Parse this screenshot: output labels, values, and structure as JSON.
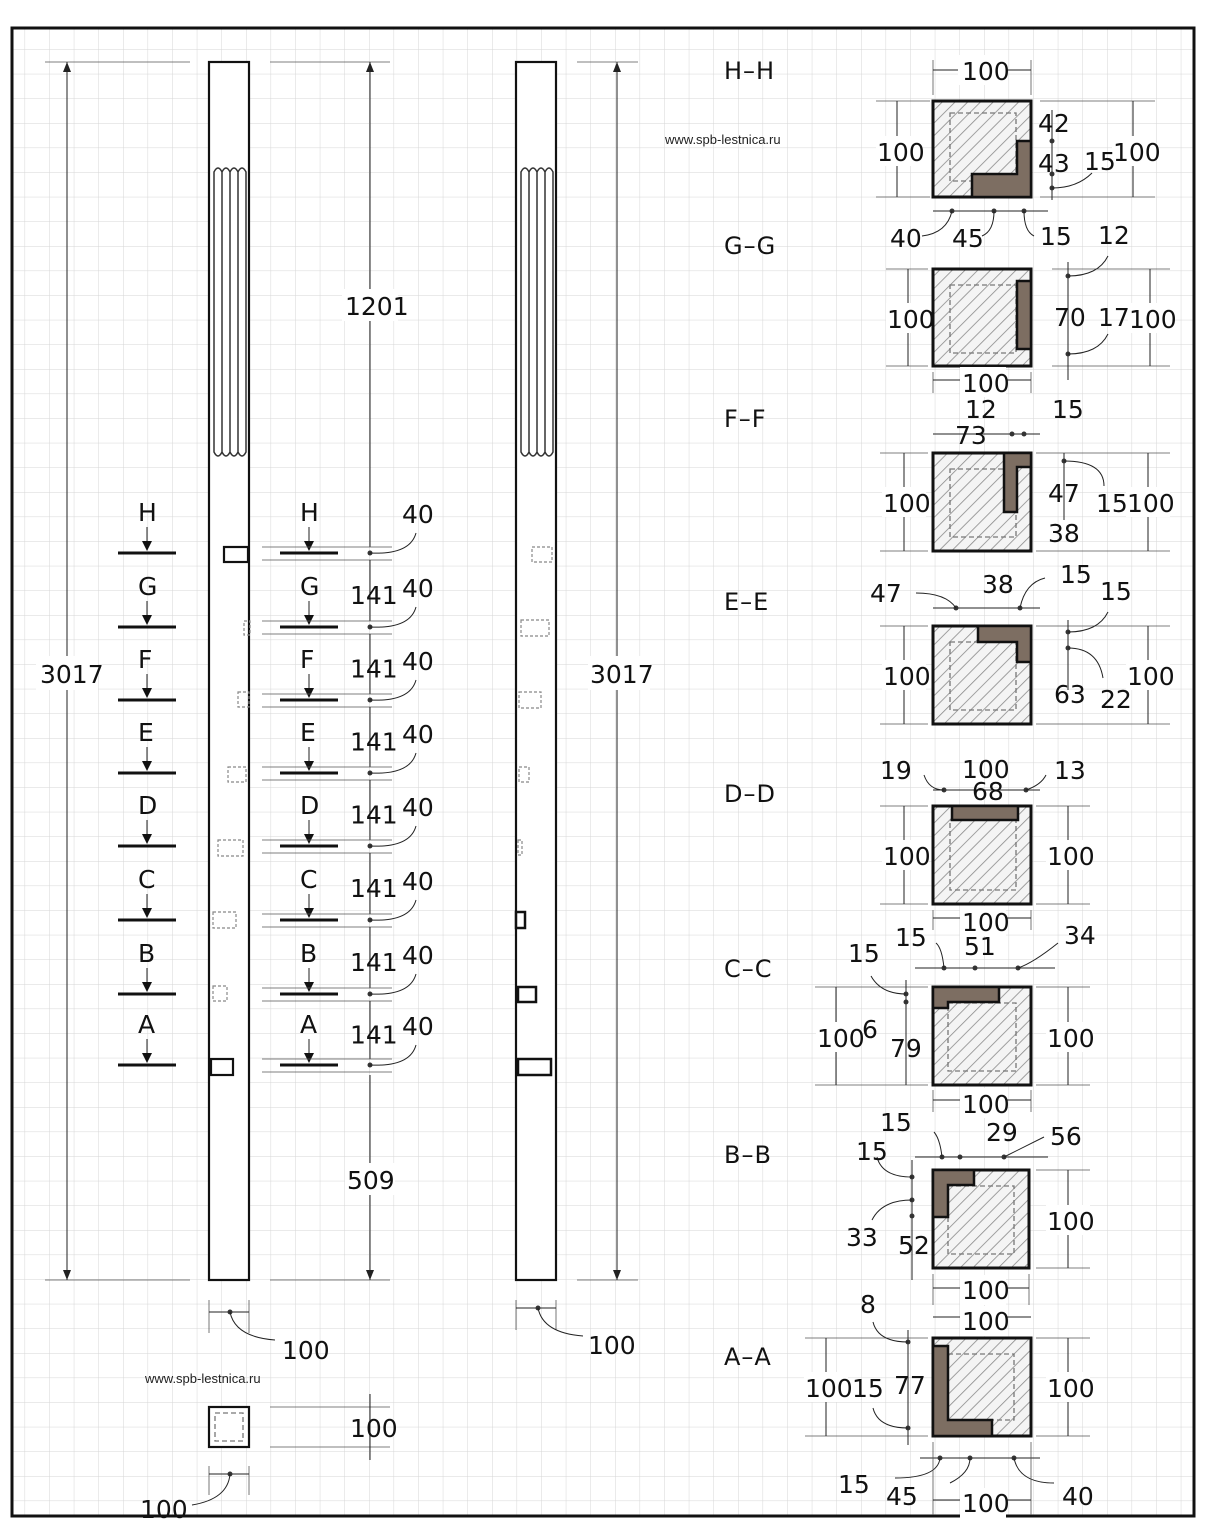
{
  "watermarks": {
    "top": "www.spb-lestnica.ru",
    "bottom": "www.spb-lestnica.ru"
  },
  "elevation_left": {
    "total_height": "3017",
    "upper_part": "1201",
    "lower_part": "509",
    "width": "100",
    "cut_markers": [
      "H",
      "G",
      "F",
      "E",
      "D",
      "C",
      "B",
      "A"
    ],
    "inner_cut_markers": [
      "H",
      "G",
      "F",
      "E",
      "D",
      "C",
      "B",
      "A"
    ],
    "pitch_labels": [
      "141",
      "141",
      "141",
      "141",
      "141",
      "141",
      "141"
    ],
    "slot_labels": [
      "40",
      "40",
      "40",
      "40",
      "40",
      "40",
      "40",
      "40"
    ]
  },
  "elevation_right": {
    "total_height": "3017",
    "width": "100"
  },
  "plan_view": {
    "width": "100",
    "height": "100"
  },
  "sections": {
    "H": {
      "title": "H–H",
      "top": "100",
      "left": "100",
      "right": "100",
      "d1": "42",
      "d2": "43",
      "d3": "15",
      "b1": "40",
      "b2": "45",
      "b3": "15"
    },
    "G": {
      "title": "G–G",
      "left": "100",
      "bottom": "100",
      "right": "100",
      "d1": "12",
      "d2": "70",
      "d3": "17"
    },
    "F": {
      "title": "F–F",
      "left": "100",
      "right": "100",
      "t1": "12",
      "t2": "73",
      "t3": "15",
      "d1": "47",
      "d2": "15",
      "d3": "38"
    },
    "E": {
      "title": "E–E",
      "left": "100",
      "right": "100",
      "t1": "47",
      "t2": "38",
      "t3": "15",
      "d1": "15",
      "d2": "63",
      "d3": "22"
    },
    "D": {
      "title": "D–D",
      "top": "100",
      "left": "100",
      "right": "100",
      "bottom": "100",
      "t1": "19",
      "t2": "68",
      "t3": "13"
    },
    "C": {
      "title": "C–C",
      "left": "100",
      "right": "100",
      "bottom": "100",
      "t1": "15",
      "t2": "51",
      "t3": "34",
      "l1": "15",
      "l2": "6",
      "l3": "79"
    },
    "B": {
      "title": "B–B",
      "right": "100",
      "bottom": "100",
      "t1": "15",
      "t2": "29",
      "t3": "56",
      "l1": "15",
      "l2": "33",
      "l3": "52"
    },
    "A": {
      "title": "A–A",
      "top": "100",
      "left": "100",
      "right": "100",
      "bottom": "100",
      "l1": "8",
      "l2": "15",
      "l3": "77",
      "b1": "15",
      "b2": "45",
      "b3": "40"
    }
  }
}
